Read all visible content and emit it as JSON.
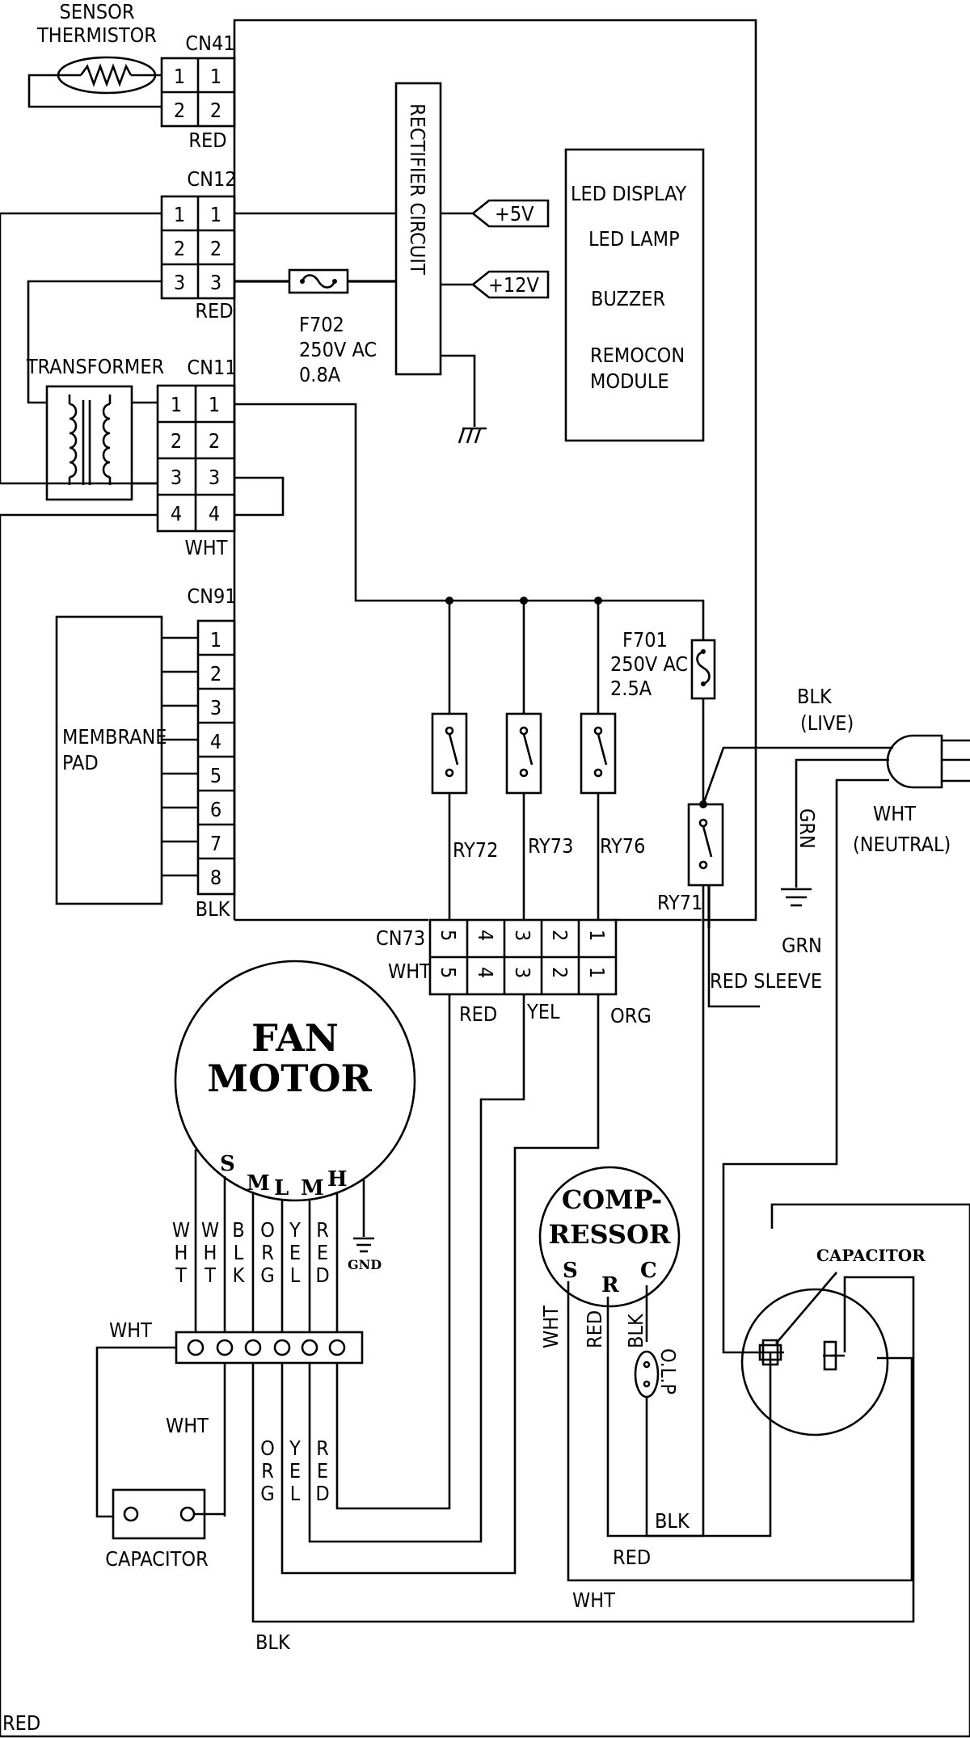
{
  "labels": {
    "sensor": "SENSOR",
    "thermistor": "THERMISTOR",
    "cn41": "CN41",
    "red_cn41": "RED",
    "cn12": "CN12",
    "red_cn12": "RED",
    "transformer": "TRANSFORMER",
    "cn11": "CN11",
    "wht_cn11": "WHT",
    "cn91": "CN91",
    "blk_cn91": "BLK",
    "membrane": "MEMBRANE",
    "pad": "PAD",
    "rectifier": "RECTIFIER CIRCUIT",
    "plus5v": "+5V",
    "plus12v": "+12V",
    "led_display": "LED DISPLAY",
    "led_lamp": "LED LAMP",
    "buzzer": "BUZZER",
    "remocon": "REMOCON",
    "module": "MODULE",
    "f702": "F702",
    "f702_v": "250V AC",
    "f702_a": "0.8A",
    "f701": "F701",
    "f701_v": "250V AC",
    "f701_a": "2.5A",
    "ry72": "RY72",
    "ry73": "RY73",
    "ry76": "RY76",
    "ry71": "RY71",
    "blk_live1": "BLK",
    "blk_live2": "(LIVE)",
    "grn_v": "GRN",
    "grn": "GRN",
    "wht_neutral1": "WHT",
    "wht_neutral2": "(NEUTRAL)",
    "cn73": "CN73",
    "wht_cn73": "WHT",
    "red_sleeve": "RED SLEEVE",
    "red_out": "RED",
    "yel_out": "YEL",
    "org_out": "ORG",
    "fan": "FAN",
    "motor": "MOTOR",
    "s": "S",
    "m1": "M",
    "l": "L",
    "m2": "M",
    "h": "H",
    "gnd": "GND",
    "wht_term": "WHT",
    "wht_cap": "WHT",
    "capacitor_fan": "CAPACITOR",
    "comp1": "COMP-",
    "comp2": "RESSOR",
    "cs": "S",
    "cr": "R",
    "cc": "C",
    "wht_comp": "WHT",
    "red_comp": "RED",
    "blk_comp": "BLK",
    "olp": "O.L.P",
    "capacitor_comp": "CAPACITOR",
    "blk_olp": "BLK",
    "red_bot": "RED",
    "wht_bot": "WHT",
    "blk_bot": "BLK",
    "red_corner": "RED"
  },
  "pins": {
    "cn41": [
      "1",
      "2"
    ],
    "cn12": [
      "1",
      "2",
      "3"
    ],
    "cn11": [
      "1",
      "2",
      "3",
      "4"
    ],
    "cn91": [
      "1",
      "2",
      "3",
      "4",
      "5",
      "6",
      "7",
      "8"
    ],
    "cn73": [
      "5",
      "4",
      "3",
      "2",
      "1"
    ]
  },
  "fan_leads": [
    "WHT",
    "WHT",
    "BLK",
    "ORG",
    "YEL",
    "RED"
  ],
  "fan_leads_lower": [
    "ORG",
    "YEL",
    "RED"
  ]
}
